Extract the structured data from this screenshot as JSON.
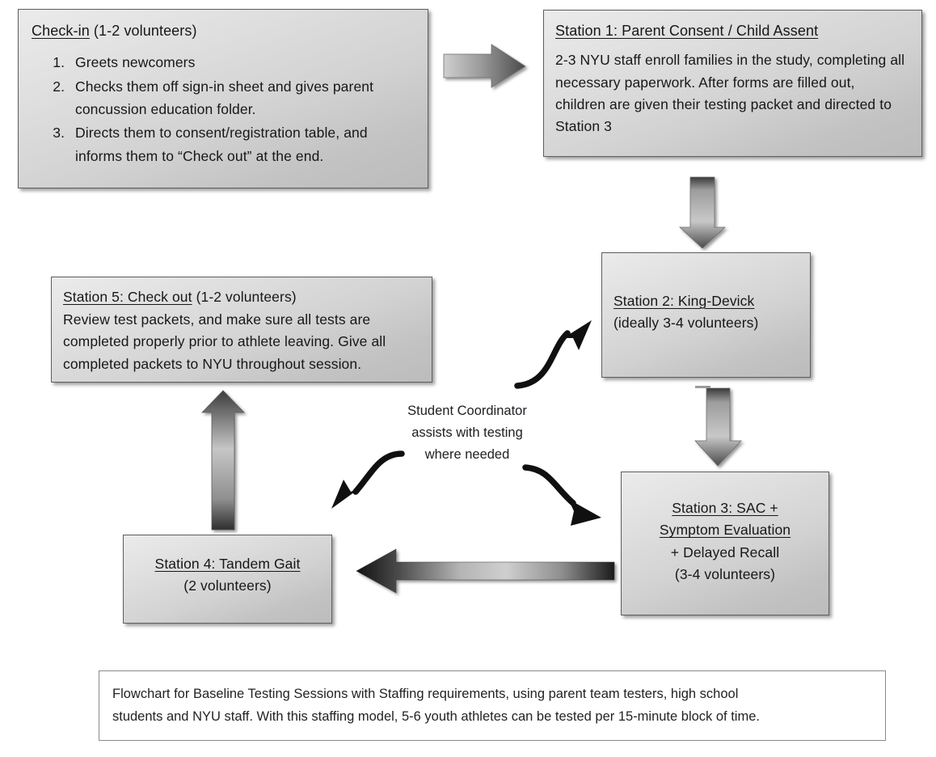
{
  "diagram": {
    "title": "Flowchart for Baseline Testing Sessions",
    "accent_color": "#5e5e5e",
    "box_fill_light": "#ebebeb",
    "box_fill_dark": "#bcbcbc",
    "arrow_color_dark": "#2b2b2b",
    "arrow_color_light": "#c9c9c9",
    "caption_border": "#8a8a8a"
  },
  "checkin": {
    "heading_underlined": "Check-in",
    "heading_rest": " (1-2 volunteers)",
    "steps": [
      "Greets newcomers",
      "Checks them off sign-in sheet and gives parent concussion education folder.",
      "Directs them to consent/registration table, and informs them to “Check out” at the end."
    ]
  },
  "station1": {
    "heading": "Station 1: Parent Consent / Child Assent",
    "body": "2-3 NYU staff enroll families in the study, completing all necessary paperwork. After forms are filled out, children are given their testing packet and directed to Station 3"
  },
  "station2": {
    "heading": "Station 2: King-Devick",
    "subheading": "(ideally 3-4 volunteers)"
  },
  "station3": {
    "line1": "Station 3: SAC +",
    "line2": "Symptom Evaluation",
    "line3": "+ Delayed Recall",
    "line4": "(3-4 volunteers)"
  },
  "station4": {
    "heading": "Station 4: Tandem Gait",
    "subheading": "(2 volunteers)"
  },
  "station5": {
    "heading_underlined": "Station 5: Check out",
    "heading_rest": " (1-2 volunteers)",
    "body": "Review test packets, and make sure all tests are completed properly prior to athlete leaving.  Give all completed packets to NYU throughout session."
  },
  "coordinator": {
    "line1": "Student Coordinator",
    "line2": "assists with testing",
    "line3": "where needed"
  },
  "caption": {
    "line1": "Flowchart for Baseline Testing Sessions with Staffing requirements, using parent team testers, high school",
    "line2": "students and NYU staff.  With this staffing model, 5-6 youth athletes can be tested per 15-minute block of time."
  },
  "arrows": [
    {
      "name": "arrow-checkin-to-station1",
      "kind": "block-arrow-right"
    },
    {
      "name": "arrow-station1-to-station2",
      "kind": "block-arrow-down"
    },
    {
      "name": "arrow-station2-to-station3",
      "kind": "block-arrow-down"
    },
    {
      "name": "arrow-station3-to-station4",
      "kind": "thin-arrow-left"
    },
    {
      "name": "arrow-station4-to-station5",
      "kind": "block-arrow-up"
    },
    {
      "name": "curved-arrow-coordinator-to-station2",
      "kind": "curved-arrow"
    },
    {
      "name": "curved-arrow-coordinator-to-station5",
      "kind": "curved-arrow"
    },
    {
      "name": "curved-arrow-coordinator-to-station3",
      "kind": "curved-arrow"
    }
  ]
}
